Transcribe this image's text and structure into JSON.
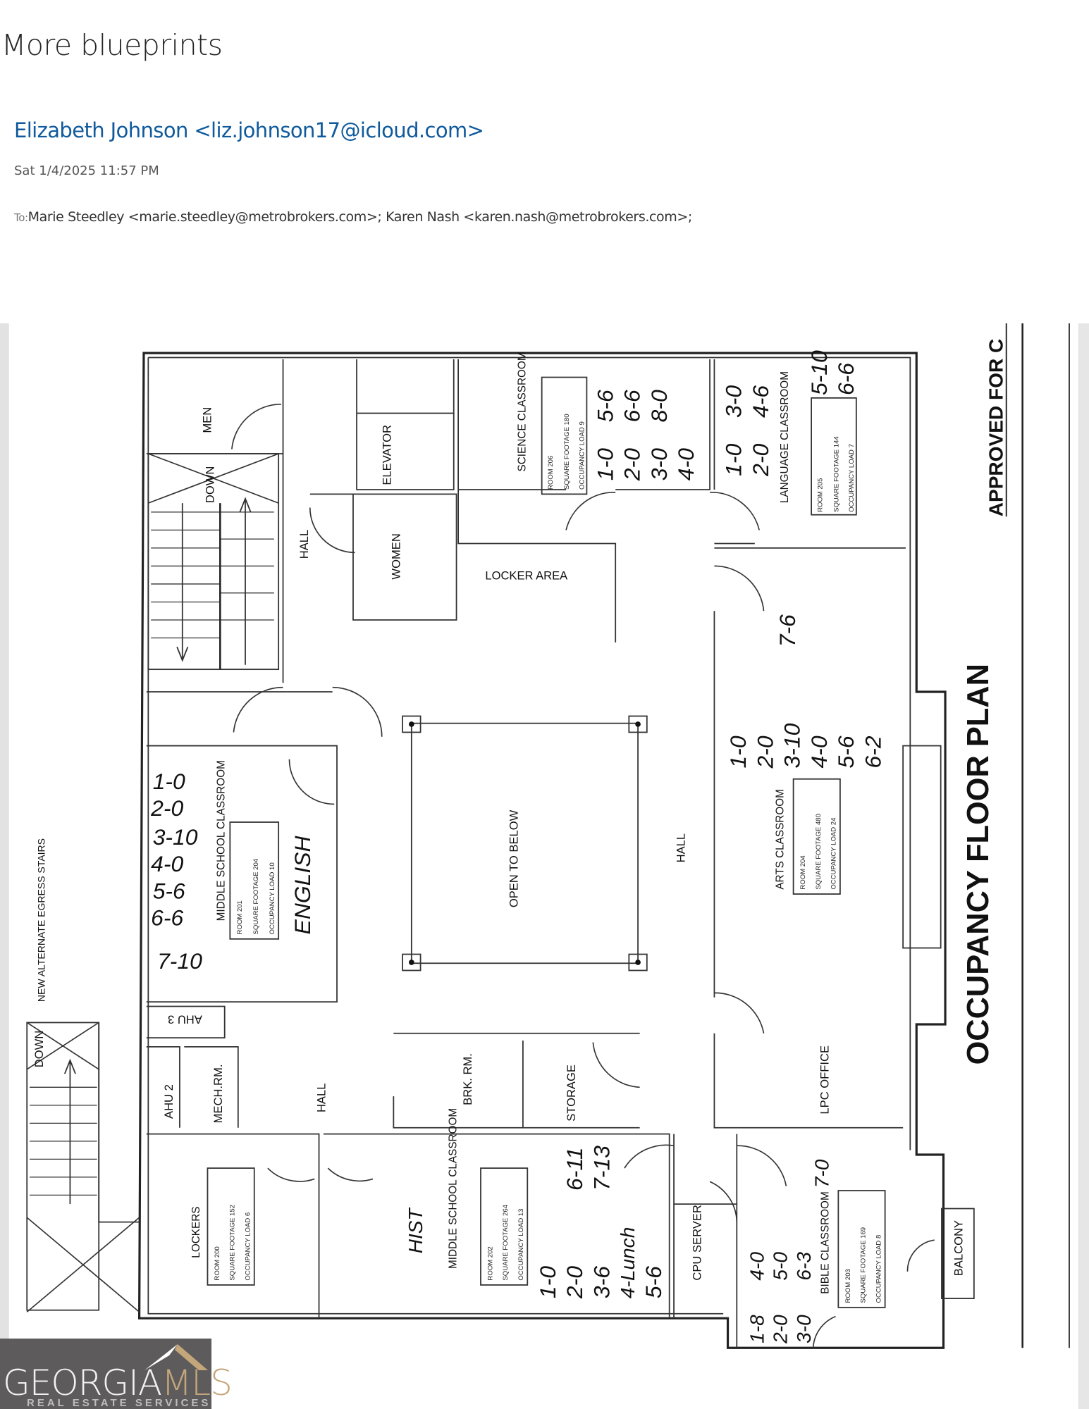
{
  "email": {
    "subject": "More blueprints",
    "sender": "Elizabeth Johnson <liz.johnson17@icloud.com>",
    "date": "Sat 1/4/2025 11:57 PM",
    "to_label": "To:",
    "recipients": [
      "Marie Steedley <marie.steedley@metrobrokers.com>;",
      "Karen Nash <karen.nash@metrobrokers.com>;"
    ]
  },
  "blueprint": {
    "title": "OCCUPANCY FLOOR PLAN",
    "approval": "APPROVED FOR C",
    "labels": {
      "men": "MEN",
      "down": "DOWN",
      "elevator": "ELEVATOR",
      "women": "WOMEN",
      "hall": "HALL",
      "locker_area": "LOCKER AREA",
      "open_to_below": "OPEN TO BELOW",
      "ahu3": "AHU 3",
      "ahu2": "AHU 2",
      "mech": "MECH.RM.",
      "brk": "BRK. RM.",
      "storage": "STORAGE",
      "lpc": "LPC OFFICE",
      "cpu": "CPU SERVER",
      "balcony": "BALCONY",
      "egress": "NEW ALTERNATE EGRESS STAIRS"
    },
    "rooms": [
      {
        "name": "SCIENCE CLASSROOM",
        "room": "ROOM 206",
        "sqft": "SQUARE FOOTAGE 180",
        "occ": "OCCUPANCY LOAD 9"
      },
      {
        "name": "LANGUAGE CLASSROOM",
        "room": "ROOM 205",
        "sqft": "SQUARE FOOTAGE 144",
        "occ": "OCCUPANCY LOAD 7"
      },
      {
        "name": "MIDDLE SCHOOL CLASSROOM",
        "room": "ROOM 201",
        "sqft": "SQUARE FOOTAGE 204",
        "occ": "OCCUPANCY LOAD 10"
      },
      {
        "name": "ARTS CLASSROOM",
        "room": "ROOM 204",
        "sqft": "SQUARE FOOTAGE 480",
        "occ": "OCCUPANCY LOAD 24"
      },
      {
        "name": "LOCKERS",
        "room": "ROOM 200",
        "sqft": "SQUARE FOOTAGE 152",
        "occ": "OCCUPANCY LOAD 6"
      },
      {
        "name": "MIDDLE SCHOOL CLASSROOM",
        "room": "ROOM 202",
        "sqft": "SQUARE FOOTAGE 264",
        "occ": "OCCUPANCY LOAD 13"
      },
      {
        "name": "BIBLE CLASSROOM",
        "room": "ROOM 203",
        "sqft": "SQUARE FOOTAGE 169",
        "occ": "OCCUPANCY LOAD 8"
      }
    ],
    "notes": {
      "science": [
        "1-0",
        "2-0",
        "3-0",
        "4-0",
        "5-6",
        "6-6",
        "8-0"
      ],
      "language": [
        "1-0",
        "2-0",
        "3-0",
        "4-6",
        "5-10",
        "6-6"
      ],
      "arts_top": "7-6",
      "arts": [
        "1-0",
        "2-0",
        "3-10",
        "4-0",
        "5-6",
        "6-2"
      ],
      "english": [
        "1-0",
        "2-0",
        "3-10",
        "4-0",
        "5-6",
        "6-6",
        "7-10"
      ],
      "english_word": "ENGLISH",
      "hist": [
        "1-0",
        "2-0",
        "3-6",
        "4-Lunch",
        "5-6",
        "6-11",
        "7-13"
      ],
      "hist_word": "HIST",
      "bible": [
        "1-8",
        "2-0",
        "3-0",
        "4-0",
        "5-0",
        "6-3",
        "7-0"
      ]
    }
  },
  "watermark": {
    "brand": "GEORGIA",
    "brand_accent": "MLS",
    "tagline": "REAL ESTATE SERVICES"
  }
}
